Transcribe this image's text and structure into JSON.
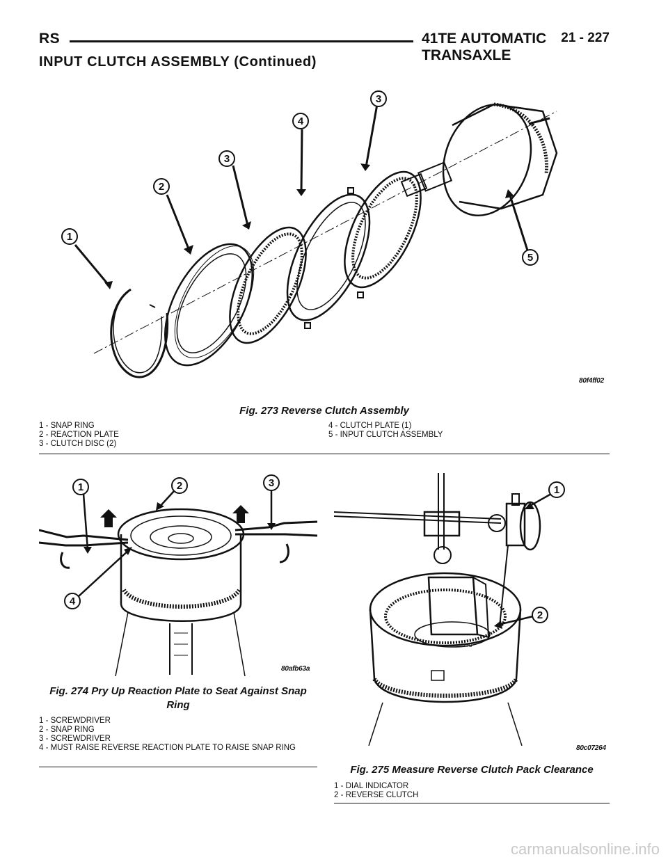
{
  "header": {
    "section_code": "RS",
    "title": "41TE AUTOMATIC TRANSAXLE",
    "page": "21 - 227"
  },
  "section_title": "INPUT CLUTCH ASSEMBLY (Continued)",
  "fig273": {
    "code": "80f4ff02",
    "callouts": [
      "1",
      "2",
      "3",
      "4",
      "3",
      "5"
    ],
    "caption": "Fig. 273 Reverse Clutch Assembly",
    "legend_left": [
      "1 - SNAP RING",
      "2 - REACTION PLATE",
      "3 - CLUTCH DISC (2)"
    ],
    "legend_right": [
      "4 - CLUTCH PLATE (1)",
      "5 - INPUT CLUTCH ASSEMBLY"
    ]
  },
  "fig274": {
    "code": "80afb63a",
    "callouts": [
      "1",
      "2",
      "3",
      "4"
    ],
    "caption": "Fig. 274 Pry Up Reaction Plate to Seat Against Snap Ring",
    "legend": [
      "1 - SCREWDRIVER",
      "2 - SNAP RING",
      "3 - SCREWDRIVER",
      "4 - MUST RAISE REVERSE REACTION PLATE TO RAISE SNAP RING"
    ]
  },
  "fig275": {
    "code": "80c07264",
    "callouts": [
      "1",
      "2"
    ],
    "caption": "Fig. 275 Measure Reverse Clutch Pack Clearance",
    "legend": [
      "1 - DIAL INDICATOR",
      "2 - REVERSE CLUTCH"
    ]
  },
  "footer": {
    "watermark": "carmanualsonline.info"
  }
}
